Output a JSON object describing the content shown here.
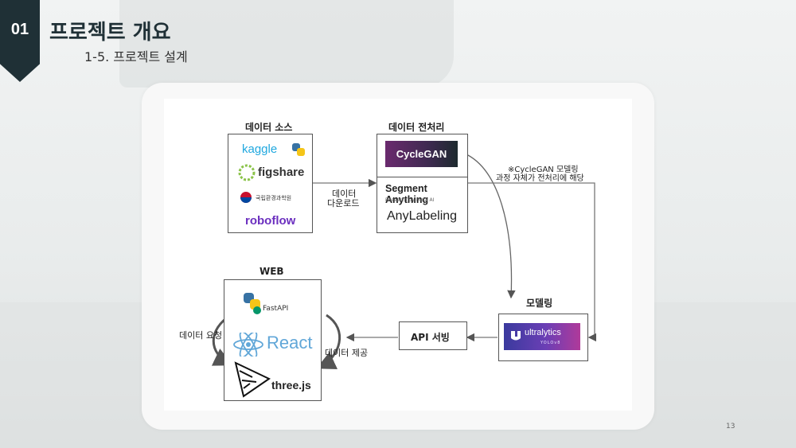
{
  "header": {
    "section_number": "01",
    "title": "프로젝트 개요",
    "subtitle": "1-5. 프로젝트 설계"
  },
  "page_number": "13",
  "diagram": {
    "data_source": {
      "label": "데이터 소스",
      "logos": [
        "kaggle",
        "figshare",
        "국립환경과학원",
        "roboflow"
      ]
    },
    "download_label_1": "데이터",
    "download_label_2": "다운로드",
    "preprocessing": {
      "label": "데이터 전처리",
      "tools": {
        "cyclegan": "CycleGAN",
        "segment_anything": "Segment Anything",
        "segment_anything_sub": "Research by Meta AI",
        "anylabeling": "AnyLabeling"
      }
    },
    "note_line_1": "※CycleGAN 모델링",
    "note_line_2": "과정 자체가 전처리에 해당",
    "modeling": {
      "label": "모델링",
      "logo": "ultralytics",
      "logo_sub": "YOLOv8"
    },
    "api_serving": "API 서빙",
    "data_provide": "데이터 제공",
    "data_request": "데이터 요청",
    "web": {
      "label": "WEB",
      "fastapi": "FastAPI",
      "react": "React",
      "threejs": "three.js"
    }
  },
  "colors": {
    "badge": "#1f3036",
    "kaggle": "#20a8df",
    "roboflow": "#6b2fbf",
    "react": "#61a7d8"
  }
}
